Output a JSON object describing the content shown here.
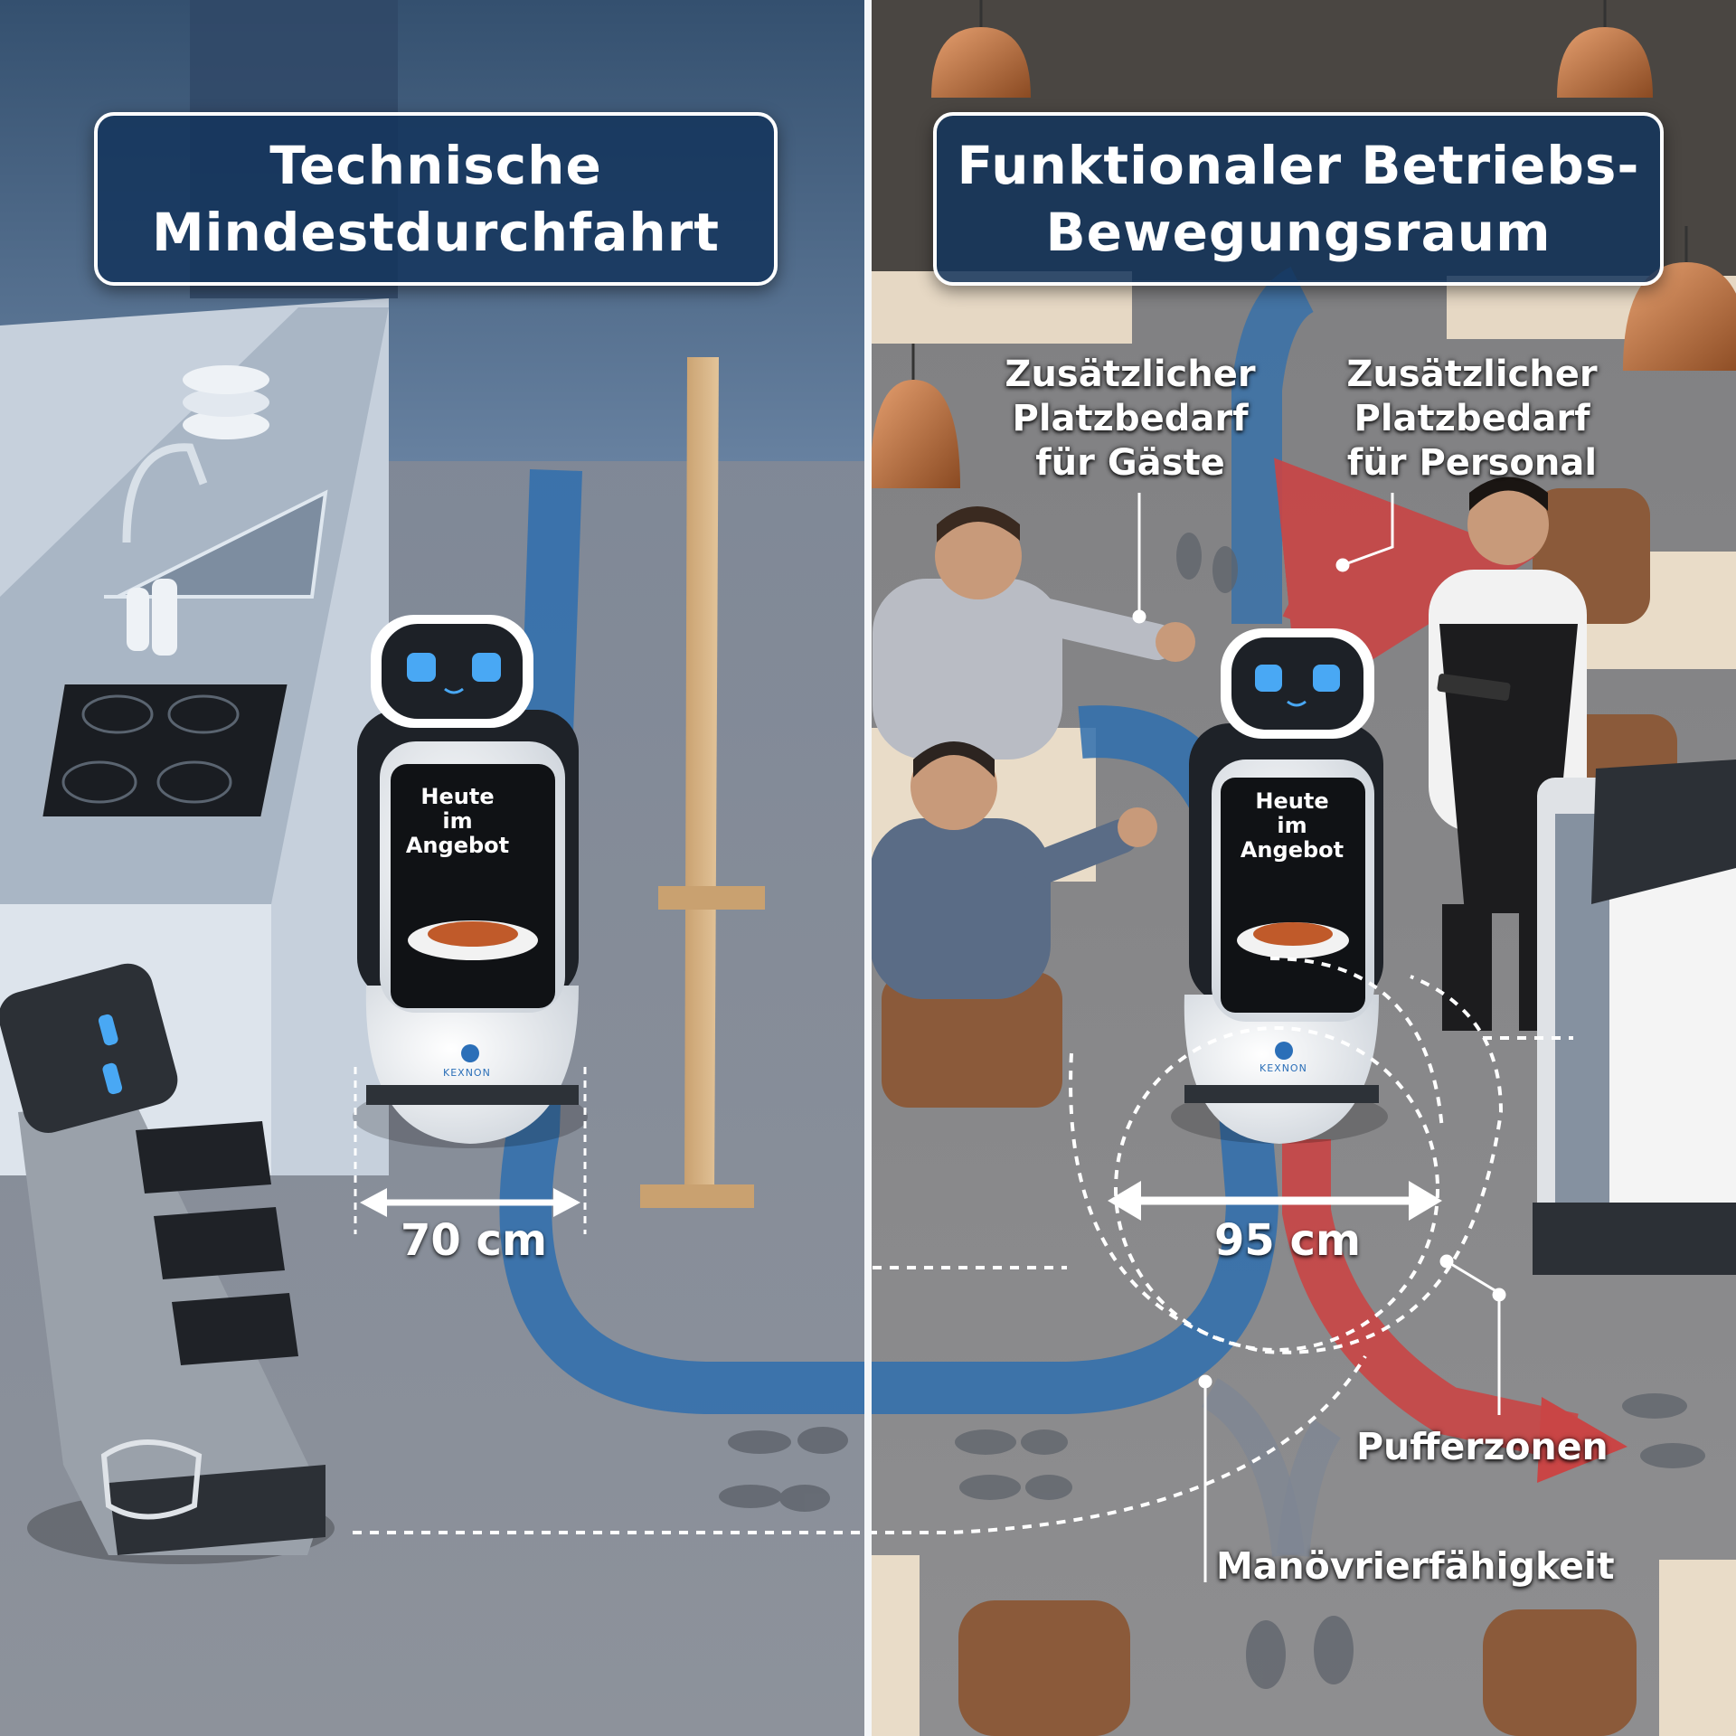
{
  "panels": {
    "left": {
      "title_lines": [
        "Technische",
        "Mindestdurchfahrt"
      ],
      "measurement": "70 cm",
      "robot_screen_lines": [
        "Heute",
        "im",
        "Angebot"
      ],
      "robot_brand": "KEXNON"
    },
    "right": {
      "title_lines": [
        "Funktionaler Betriebs-",
        "Bewegungsraum"
      ],
      "measurement": "95 cm",
      "robot_screen_lines": [
        "Heute",
        "im",
        "Angebot"
      ],
      "robot_brand": "KEXNON",
      "annotations": {
        "guests_lines": [
          "Zusätzlicher",
          "Platzbedarf",
          "für Gäste"
        ],
        "staff_lines": [
          "Zusätzlicher",
          "Platzbedarf",
          "für Personal"
        ],
        "buffer_zones": "Pufferzonen",
        "maneuverability": "Manövrierfähigkeit"
      }
    }
  },
  "colors": {
    "title_bg": "#14345c",
    "title_border": "#ffffff",
    "path_blue": "#2f6fae",
    "path_red": "#c94545",
    "floor": "#8a8f97",
    "kitchen": "#6f86a3"
  },
  "icons": [
    "service-robot",
    "delivery-robot",
    "footprints-icon",
    "double-arrow-icon",
    "pendant-lamp-icon",
    "kitchen-sink-icon",
    "cooktop-icon"
  ]
}
